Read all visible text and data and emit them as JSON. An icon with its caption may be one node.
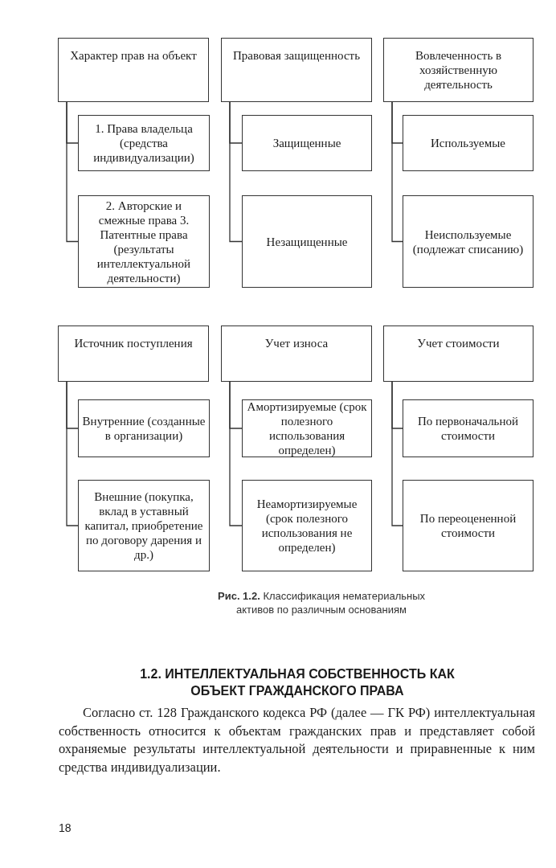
{
  "diagram": {
    "caption": "**Рис. 1.2.** Классификация нематериальных активов по различным основаниям",
    "nodes": [
      {
        "text": [
          "Характер прав на объект"
        ]
      },
      {
        "text": [
          "1. Права владельца (средства индивидуализации)"
        ]
      },
      {
        "text": [
          "2. Авторские и смежные права 3. Патентные права (результаты интеллектуальной деятельности)"
        ]
      },
      {
        "text": [
          "Правовая защищенность"
        ]
      },
      {
        "text": [
          "Защищенные"
        ]
      },
      {
        "text": [
          "Незащищенные"
        ]
      },
      {
        "text": [
          "Вовлеченность в хозяйственную деятельность"
        ]
      },
      {
        "text": [
          "Используемые"
        ]
      },
      {
        "text": [
          "Неиспользуемые (подлежат списанию)"
        ]
      },
      {
        "text": [
          "Источник поступления"
        ]
      },
      {
        "text": [
          "Внутренние (созданные в организации)"
        ]
      },
      {
        "text": [
          "Внешние (покупка, вклад в уставный капитал, приобретение по договору дарения и др.)"
        ]
      },
      {
        "text": [
          "Учет износа"
        ]
      },
      {
        "text": [
          "Амортизируемые (срок полезного использования определен)"
        ]
      },
      {
        "text": [
          "Неамортизируемые (срок полезного использования не определен)"
        ]
      },
      {
        "text": [
          "Учет стоимости"
        ]
      },
      {
        "text": [
          "По первоначальной стоимости"
        ]
      },
      {
        "text": [
          "По переоцененной стоимости"
        ]
      }
    ],
    "edges": [
      {
        "from": 0,
        "to": 1,
        "arrow": "none"
      },
      {
        "from": 0,
        "to": 2,
        "arrow": "none"
      },
      {
        "from": 3,
        "to": 4,
        "arrow": "none"
      },
      {
        "from": 3,
        "to": 5,
        "arrow": "none"
      },
      {
        "from": 6,
        "to": 7,
        "arrow": "none"
      },
      {
        "from": 6,
        "to": 8,
        "arrow": "none"
      },
      {
        "from": 9,
        "to": 10,
        "arrow": "none"
      },
      {
        "from": 9,
        "to": 11,
        "arrow": "none"
      },
      {
        "from": 12,
        "to": 13,
        "arrow": "none"
      },
      {
        "from": 12,
        "to": 14,
        "arrow": "none"
      },
      {
        "from": 15,
        "to": 16,
        "arrow": "none"
      },
      {
        "from": 15,
        "to": 17,
        "arrow": "none"
      }
    ],
    "labels": [
      "1.2. ИНТЕЛЛЕКТУАЛЬНАЯ СОБСТВЕННОСТЬ КАК ОБЪЕКТ ГРАЖДАНСКОГО ПРАВА",
      "Согласно ст. 128 Гражданского кодекса РФ (далее — ГК РФ) интеллектуальная собственность относится к объектам гражданских прав и представляет собой охраняемые результаты интеллектуальной деятельности и приравненные к ним средства индивидуализации.",
      "18"
    ]
  }
}
